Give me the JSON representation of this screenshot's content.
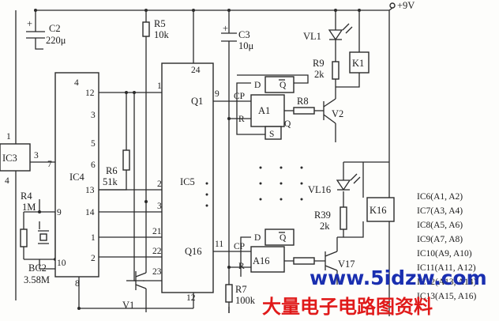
{
  "supply": "+9V",
  "components": {
    "ic3": "IC3",
    "ic4": "IC4",
    "ic5": "IC5",
    "a1": "A1",
    "a16": "A16",
    "c2": {
      "name": "C2",
      "value": "220μ"
    },
    "c3": {
      "name": "C3",
      "value": "10μ"
    },
    "r4": {
      "name": "R4",
      "value": "1M"
    },
    "r5": {
      "name": "R5",
      "value": "10k"
    },
    "r6": {
      "name": "R6",
      "value": "51k"
    },
    "r7": {
      "name": "R7",
      "value": "100k"
    },
    "r8": "R8",
    "r9": {
      "name": "R9",
      "value": "2k"
    },
    "r39": {
      "name": "R39",
      "value": "2k"
    },
    "bc2": {
      "name": "BC2",
      "value": "3.58M"
    },
    "v1": "V1",
    "v2": "V2",
    "v17": "V17",
    "vl1": "VL1",
    "vl16": "VL16",
    "k1": "K1",
    "k16": "K16"
  },
  "pins": {
    "ic3_1": "1",
    "ic3_3": "3",
    "ic3_4": "4",
    "ic4_4": "4",
    "ic4_12": "12",
    "ic4_3": "3",
    "ic4_5": "5",
    "ic4_6": "6",
    "ic4_7": "7",
    "ic4_13": "13",
    "ic4_14": "14",
    "ic4_1": "1",
    "ic4_2": "2",
    "ic4_9": "9",
    "ic4_10": "10",
    "ic4_8": "8",
    "ic5_1": "1",
    "ic5_24": "24",
    "ic5_2": "2",
    "ic5_3": "3",
    "ic5_21": "21",
    "ic5_22": "22",
    "ic5_23": "23",
    "ic5_12": "12",
    "ic5_9": "9",
    "ic5_11": "11",
    "ic5_q1": "Q1",
    "ic5_q16": "Q16"
  },
  "ff_pins": {
    "d": "D",
    "qbar": "Q",
    "cp": "CP",
    "r": "R",
    "q": "Q",
    "s": "S"
  },
  "ic_list": [
    "IC6(A1, A2)",
    "IC7(A3, A4)",
    "IC8(A5, A6)",
    "IC9(A7, A8)",
    "IC10(A9, A10)",
    "IC11(A11, A12)",
    "IC12(A13, A14)",
    "IC13(A15, A16)"
  ],
  "watermark": {
    "url": "www.5idzw.com",
    "cn": "大量电子电路图资料"
  }
}
